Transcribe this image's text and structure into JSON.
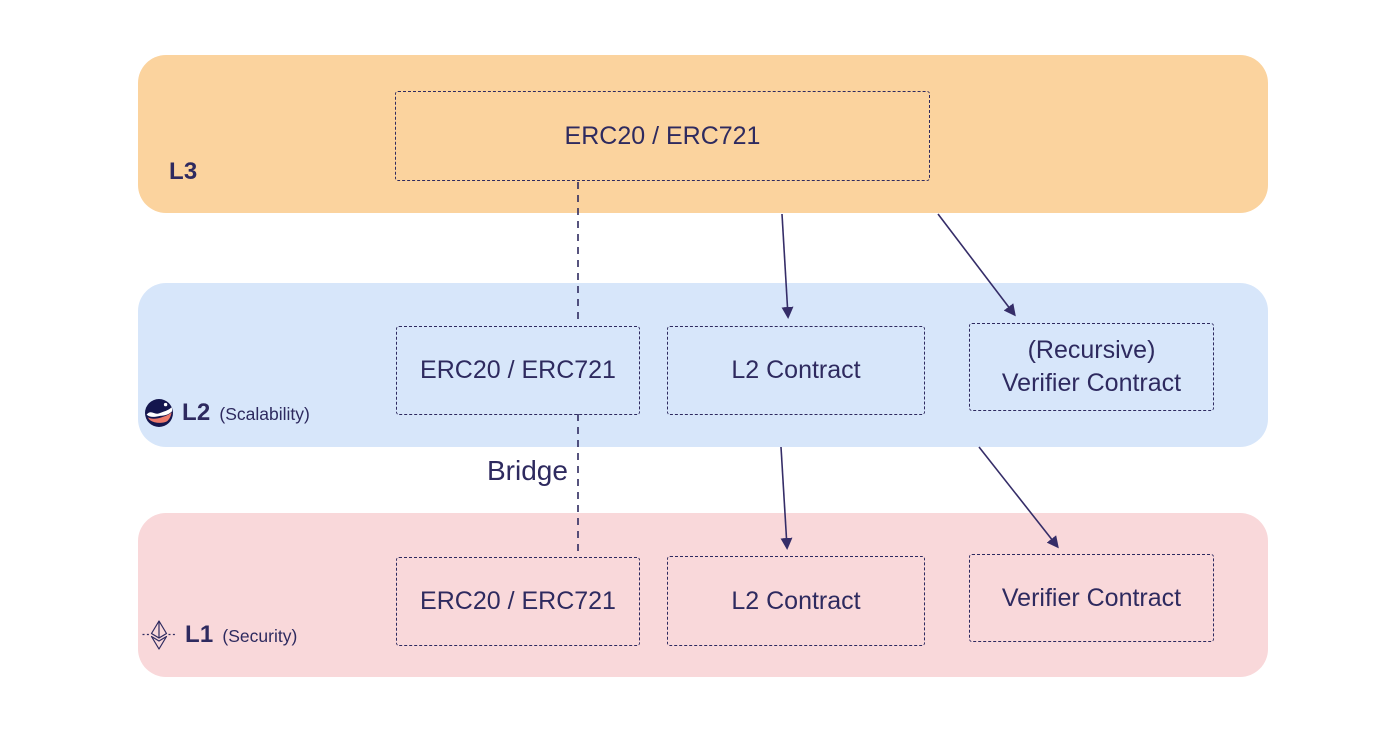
{
  "diagram": {
    "bands": [
      {
        "id": "l3",
        "label": "L3",
        "sublabel": "",
        "bg": "#fbd39e",
        "boxes": [
          {
            "id": "l3-erc",
            "lines": [
              "ERC20 / ERC721"
            ]
          }
        ]
      },
      {
        "id": "l2",
        "label": "L2",
        "sublabel": "(Scalability)",
        "icon": "starknet-logo",
        "bg": "#d7e6fa",
        "boxes": [
          {
            "id": "l2-erc",
            "lines": [
              "ERC20 / ERC721"
            ]
          },
          {
            "id": "l2-contract",
            "lines": [
              "L2 Contract"
            ]
          },
          {
            "id": "l2-verifier",
            "lines": [
              "(Recursive)",
              "Verifier Contract"
            ]
          }
        ]
      },
      {
        "id": "l1",
        "label": "L1",
        "sublabel": "(Security)",
        "icon": "ethereum-logo",
        "bg": "#f9d8da",
        "boxes": [
          {
            "id": "l1-erc",
            "lines": [
              "ERC20 / ERC721"
            ]
          },
          {
            "id": "l1-contract",
            "lines": [
              "L2 Contract"
            ]
          },
          {
            "id": "l1-verifier",
            "lines": [
              "Verifier Contract"
            ]
          }
        ]
      }
    ],
    "edge_label": {
      "bridge": "Bridge"
    },
    "connections": [
      {
        "from": "l3-erc20-erc721",
        "to": "l2-erc20-erc721",
        "style": "dashed",
        "label": "Bridge"
      },
      {
        "from": "l2-erc20-erc721",
        "to": "l1-erc20-erc721",
        "style": "dashed",
        "label": "Bridge"
      },
      {
        "from": "l3-band",
        "to": "l2-contract",
        "style": "arrow"
      },
      {
        "from": "l3-band",
        "to": "l2-recursive-verifier-contract",
        "style": "arrow"
      },
      {
        "from": "l2-contract",
        "to": "l1-l2-contract",
        "style": "arrow"
      },
      {
        "from": "l2-recursive-verifier-contract",
        "to": "l1-verifier-contract",
        "style": "arrow"
      }
    ],
    "colors": {
      "l3_band": "#fbd39e",
      "l2_band": "#d7e6fa",
      "l1_band": "#f9d8da",
      "ink": "#2e2a5f",
      "arrow": "#352d68",
      "background": "#ffffff"
    }
  }
}
